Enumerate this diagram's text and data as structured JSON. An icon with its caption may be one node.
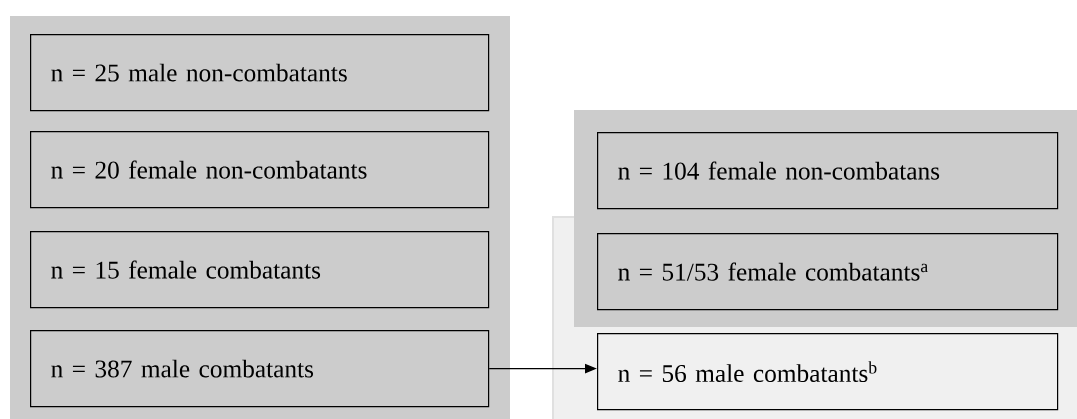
{
  "diagram": {
    "nodes": [
      {
        "text": [
          "n = 25 male non-combatants"
        ]
      },
      {
        "text": [
          "n = 20 female non-combatants"
        ]
      },
      {
        "text": [
          "n = 15 female combatants"
        ]
      },
      {
        "text": [
          "n = 387 male combatants"
        ]
      },
      {
        "text": [
          "n = 104 female non-combatans"
        ]
      },
      {
        "text": [
          "n = 51/53 female combatants$^{a}$"
        ]
      },
      {
        "text": [
          "n = 56 male combatants$^{b}$"
        ]
      }
    ],
    "edges": [
      {
        "from": 3,
        "to": 6,
        "arrow": "to"
      }
    ]
  }
}
